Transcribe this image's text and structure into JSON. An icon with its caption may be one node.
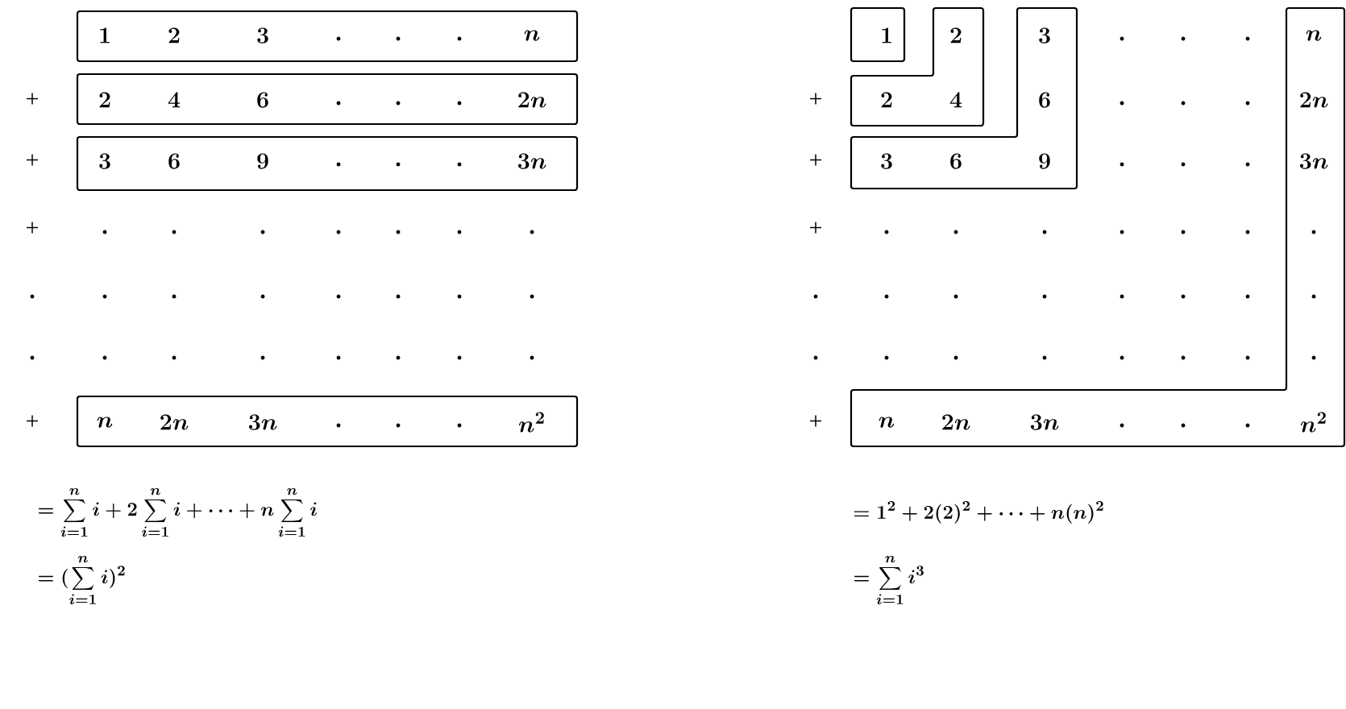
{
  "diagram": {
    "nodes": [
      {
        "text": [
          "1",
          "2",
          "3",
          "n"
        ]
      },
      {
        "text": [
          "2",
          "4",
          "6",
          "2n"
        ]
      },
      {
        "text": [
          "3",
          "6",
          "9",
          "3n"
        ]
      },
      {
        "text": [
          "n",
          "2n",
          "3n",
          "n^2"
        ]
      },
      {
        "text": [
          "1"
        ]
      },
      {
        "text": [
          "2",
          "2",
          "4"
        ]
      },
      {
        "text": [
          "3",
          "6",
          "3",
          "6",
          "9"
        ]
      },
      {
        "text": [
          "n",
          "2n",
          "3n",
          "n",
          "2n",
          "3n",
          "n^2"
        ]
      }
    ],
    "labels": [
      "+",
      "+",
      "+",
      "+",
      "+",
      "+",
      "+",
      "+",
      "= \\sum_{i=1}^{n} i + 2\\sum_{i=1}^{n} i + \\cdots + n\\sum_{i=1}^{n} i",
      "= 1^2 + 2(2)^2 + \\cdots + n(n)^2",
      "= (\\sum_{i=1}^{n} i)^2",
      "= \\sum_{i=1}^{n} i^3"
    ]
  }
}
